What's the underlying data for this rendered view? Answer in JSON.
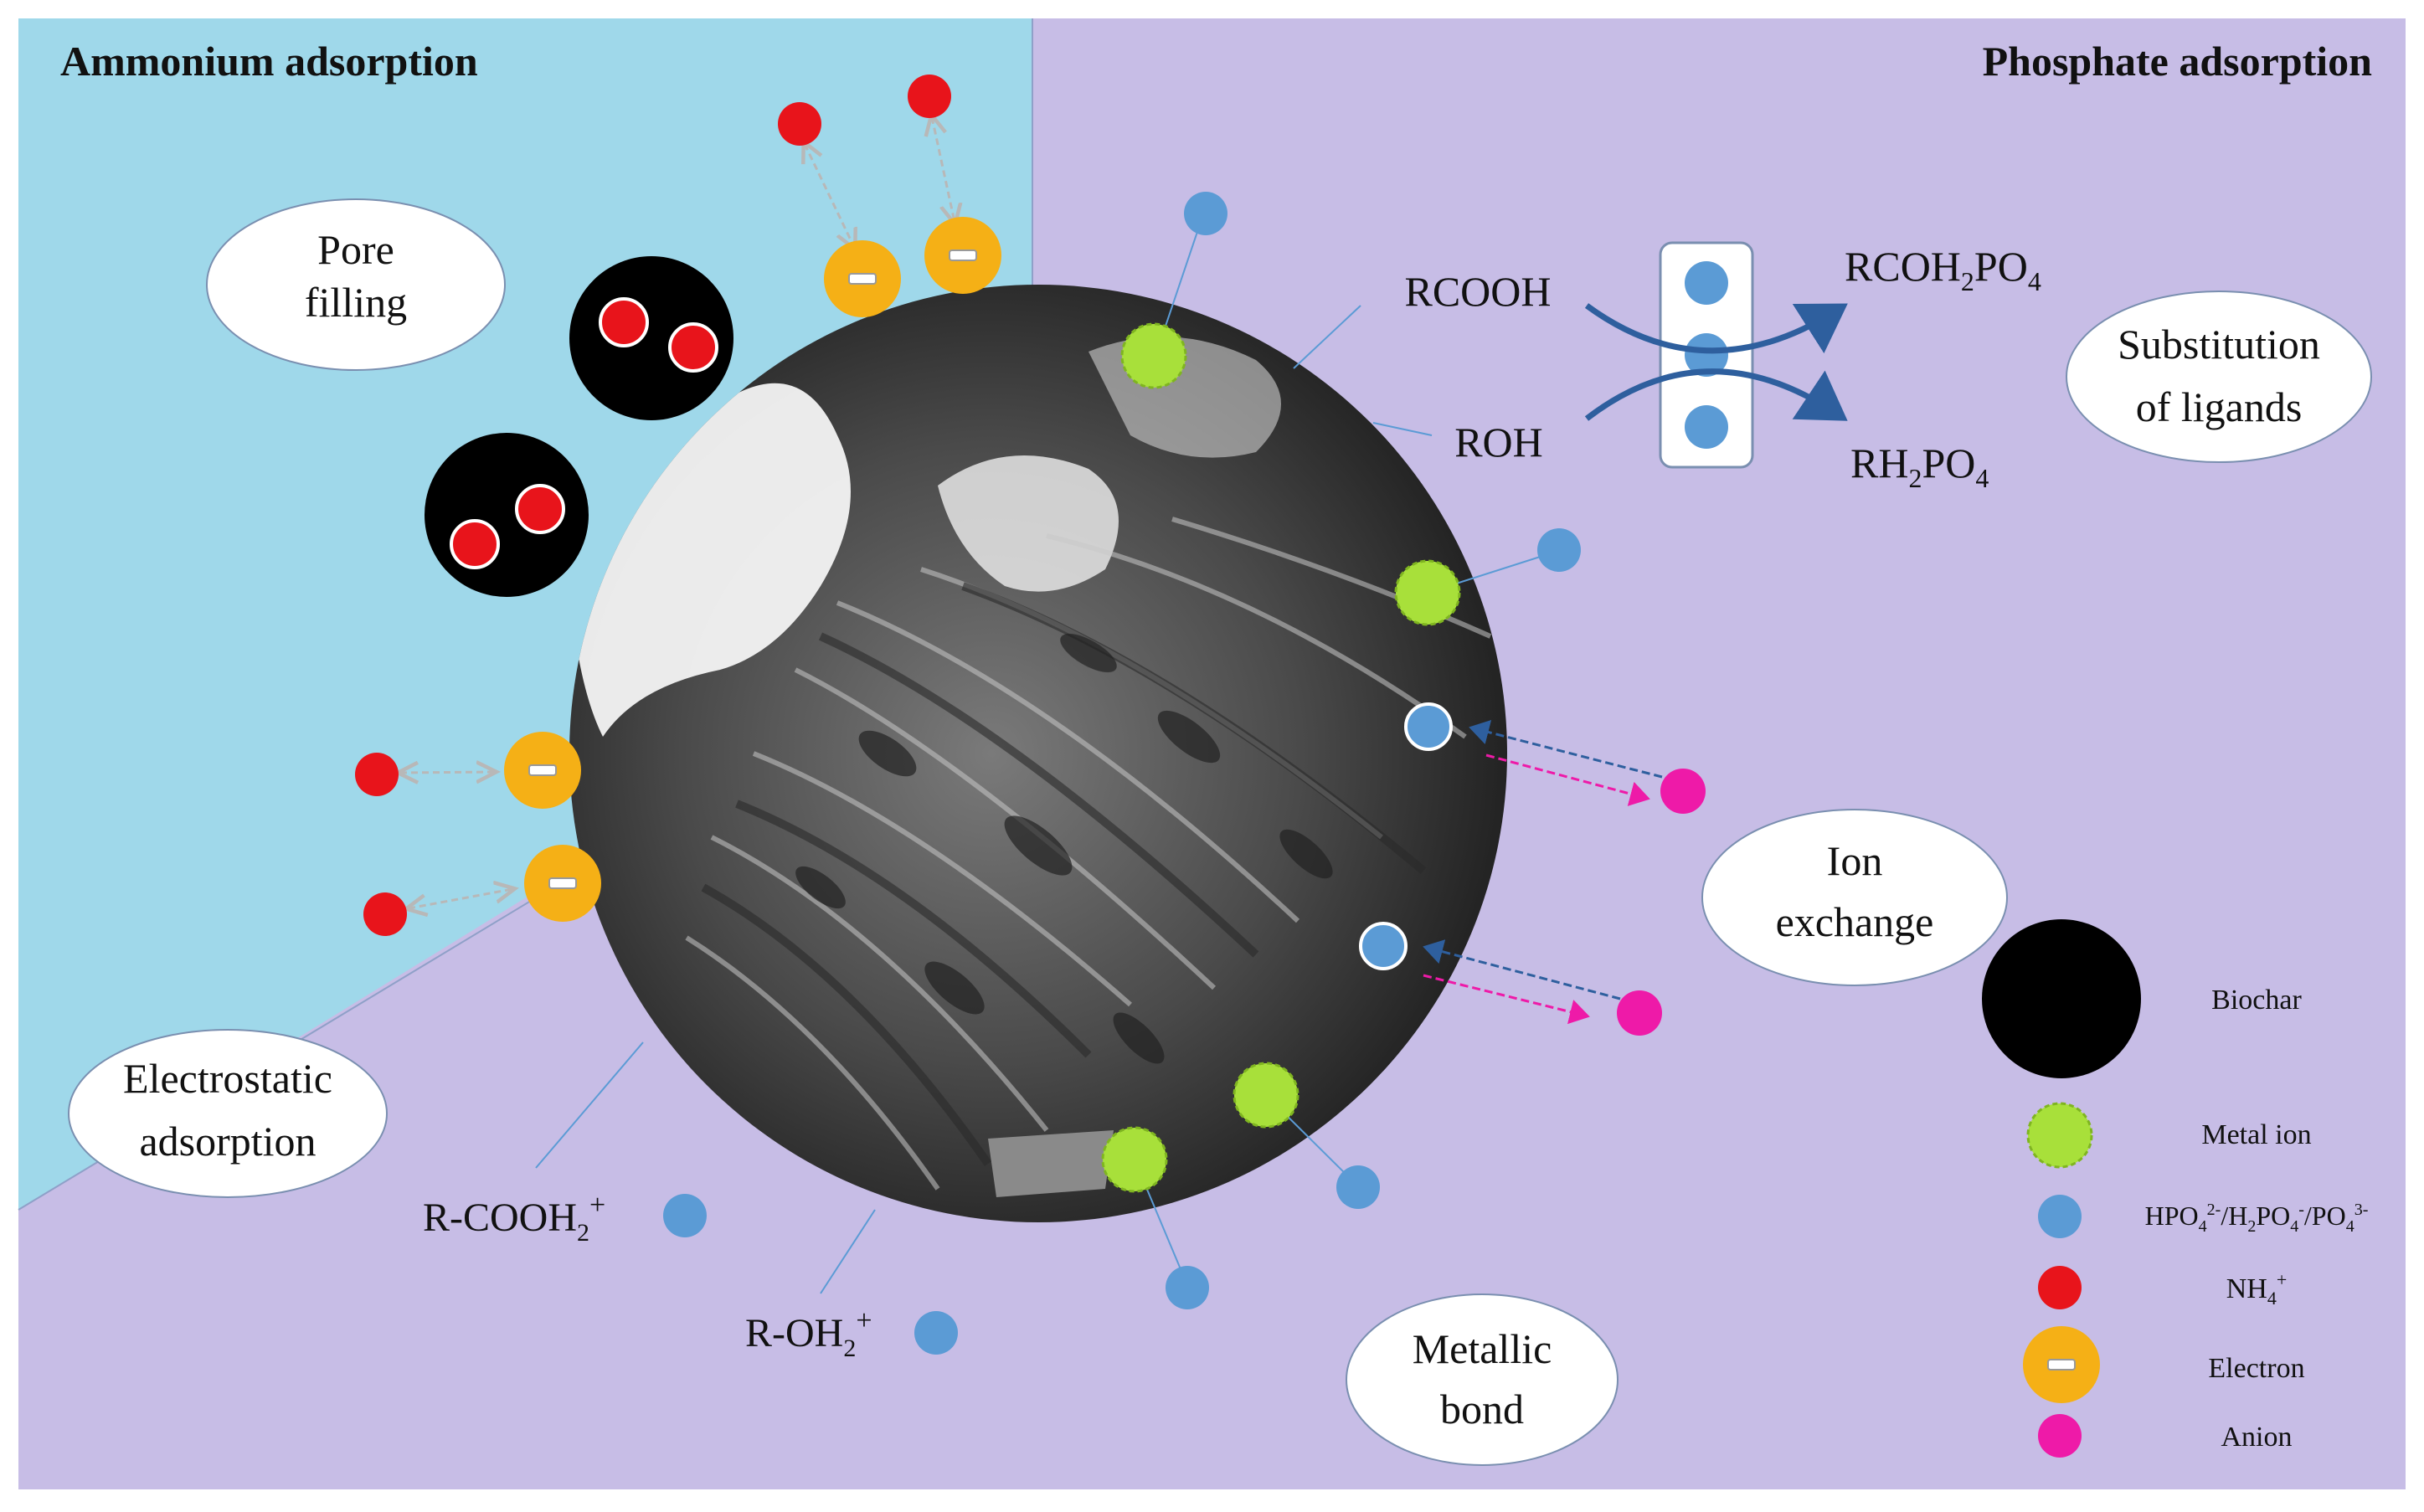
{
  "headings": {
    "ammonium": "Ammonium adsorption",
    "phosphate": "Phosphate adsorption"
  },
  "mechanisms": {
    "pore_filling": [
      "Pore",
      "filling"
    ],
    "electrostatic": [
      "Electrostatic",
      "adsorption"
    ],
    "substitution": [
      "Substitution",
      "of ligands"
    ],
    "ion_exchange": [
      "Ion",
      "exchange"
    ],
    "metallic_bond": [
      "Metallic",
      "bond"
    ]
  },
  "groups": {
    "rcooh": "RCOOH",
    "roh": "ROH",
    "rcoh2po4": {
      "a": "RCOH",
      "sub": "2",
      "b": "PO",
      "sub2": "4"
    },
    "rh2po4": {
      "a": "RH",
      "sub": "2",
      "b": "PO",
      "sub2": "4"
    },
    "r_cooh2": {
      "a": "R-COOH",
      "sub": "2",
      "sup": "+"
    },
    "r_oh2": {
      "a": "R-OH",
      "sub": "2",
      "sup": "+"
    }
  },
  "electron_symbol": "−",
  "legend": {
    "biochar": "Biochar",
    "metal_ion": "Metal ion",
    "phosphate": {
      "a": "HPO",
      "s1": "4",
      "p1": "2-",
      "b": "/H",
      "s2": "2",
      "c": "PO",
      "s3": "4",
      "p2": "-",
      "d": "/PO",
      "s4": "4",
      "p3": "3-"
    },
    "ammonium": {
      "a": "NH",
      "sub": "4",
      "sup": "+"
    },
    "electron": "Electron",
    "anion": "Anion"
  },
  "colors": {
    "ammonium_bg": "#9fd8ea",
    "phosphate_bg": "#c7bde6",
    "nh4": "#e8141b",
    "phosphate_ion": "#5b9bd5",
    "metal_ion": "#a8e03a",
    "electron": "#f5b016",
    "anion": "#ee1aa8",
    "biochar": "#000000",
    "arrow_blue": "#2e5f9e"
  }
}
